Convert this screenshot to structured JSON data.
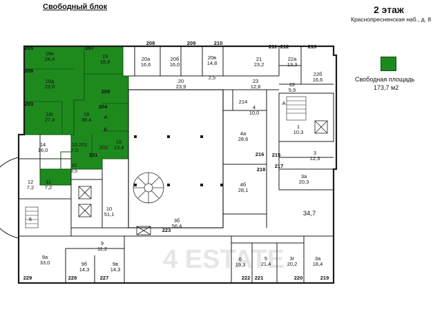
{
  "header": {
    "block": "Свободный блок",
    "floor": "2 этаж",
    "address": "Краснопресненская наб., д. 8"
  },
  "legend": {
    "label": "Свободная площадь",
    "area": "173,7 м2",
    "color": "#1e8a1e"
  },
  "watermark": "4 ESTATE",
  "colors": {
    "free": "#1e8a1e",
    "wall": "#1a1a1a",
    "background": "#ffffff"
  },
  "rooms": [
    {
      "name": "18е",
      "area": "24,4"
    },
    {
      "name": "18д",
      "area": "23,6"
    },
    {
      "name": "18г",
      "area": "27,4"
    },
    {
      "name": "19",
      "area": "18,8"
    },
    {
      "name": "18",
      "area": "38,4"
    },
    {
      "name": "16",
      "area": "13,4"
    },
    {
      "name": "202"
    },
    {
      "name": "201"
    },
    {
      "name": "14",
      "area": "16,0"
    },
    {
      "name": "15",
      "area": "7,0"
    },
    {
      "name": "10",
      "area": "8,5"
    },
    {
      "name": "12",
      "area": "7,2"
    },
    {
      "name": "11",
      "area": "7,2"
    },
    {
      "name": "6"
    },
    {
      "name": "9а",
      "area": "33,0"
    },
    {
      "name": "9б",
      "area": "14,3"
    },
    {
      "name": "9в",
      "area": "14,3"
    },
    {
      "name": "9",
      "area": "11,2"
    },
    {
      "name": "10",
      "area": "51,1"
    },
    {
      "name": "20а",
      "area": "16,6"
    },
    {
      "name": "20б",
      "area": "16,0"
    },
    {
      "name": "20в",
      "area": "14,8"
    },
    {
      "name": "20",
      "area": "23,9"
    },
    {
      "name": "21",
      "area": "23,2"
    },
    {
      "name": "22а",
      "area": "13,3"
    },
    {
      "name": "22б",
      "area": "16,6"
    },
    {
      "name": "22",
      "area": "5,9"
    },
    {
      "name": "23",
      "area": "12,8"
    },
    {
      "name": "214"
    },
    {
      "name": "4",
      "area": "10,0"
    },
    {
      "name": "4а",
      "area": "28,6"
    },
    {
      "name": "4б",
      "area": "28,1"
    },
    {
      "name": "1",
      "area": "10,3"
    },
    {
      "name": "3",
      "area": "12,3"
    },
    {
      "name": "3а",
      "area": "20,3"
    },
    {
      "name": "3а",
      "area": "18,4"
    },
    {
      "name": "3г",
      "area": "20,2"
    },
    {
      "name": "5",
      "area": "21,4"
    },
    {
      "name": "6",
      "area": "19,3"
    },
    {
      "name": "3б",
      "area": "56,4"
    },
    {
      "name": "34,7"
    },
    {
      "name": "2,5"
    },
    {
      "name": "А"
    },
    {
      "name": "Б"
    },
    {
      "name": "А"
    }
  ],
  "room_ids": [
    "205",
    "206",
    "207",
    "208",
    "209",
    "210",
    "211",
    "212",
    "213",
    "215",
    "216",
    "217",
    "218",
    "219",
    "220",
    "221",
    "222",
    "223",
    "227",
    "228",
    "229",
    "231",
    "203",
    "204",
    "200"
  ],
  "free_area": {
    "total": "173,7"
  }
}
